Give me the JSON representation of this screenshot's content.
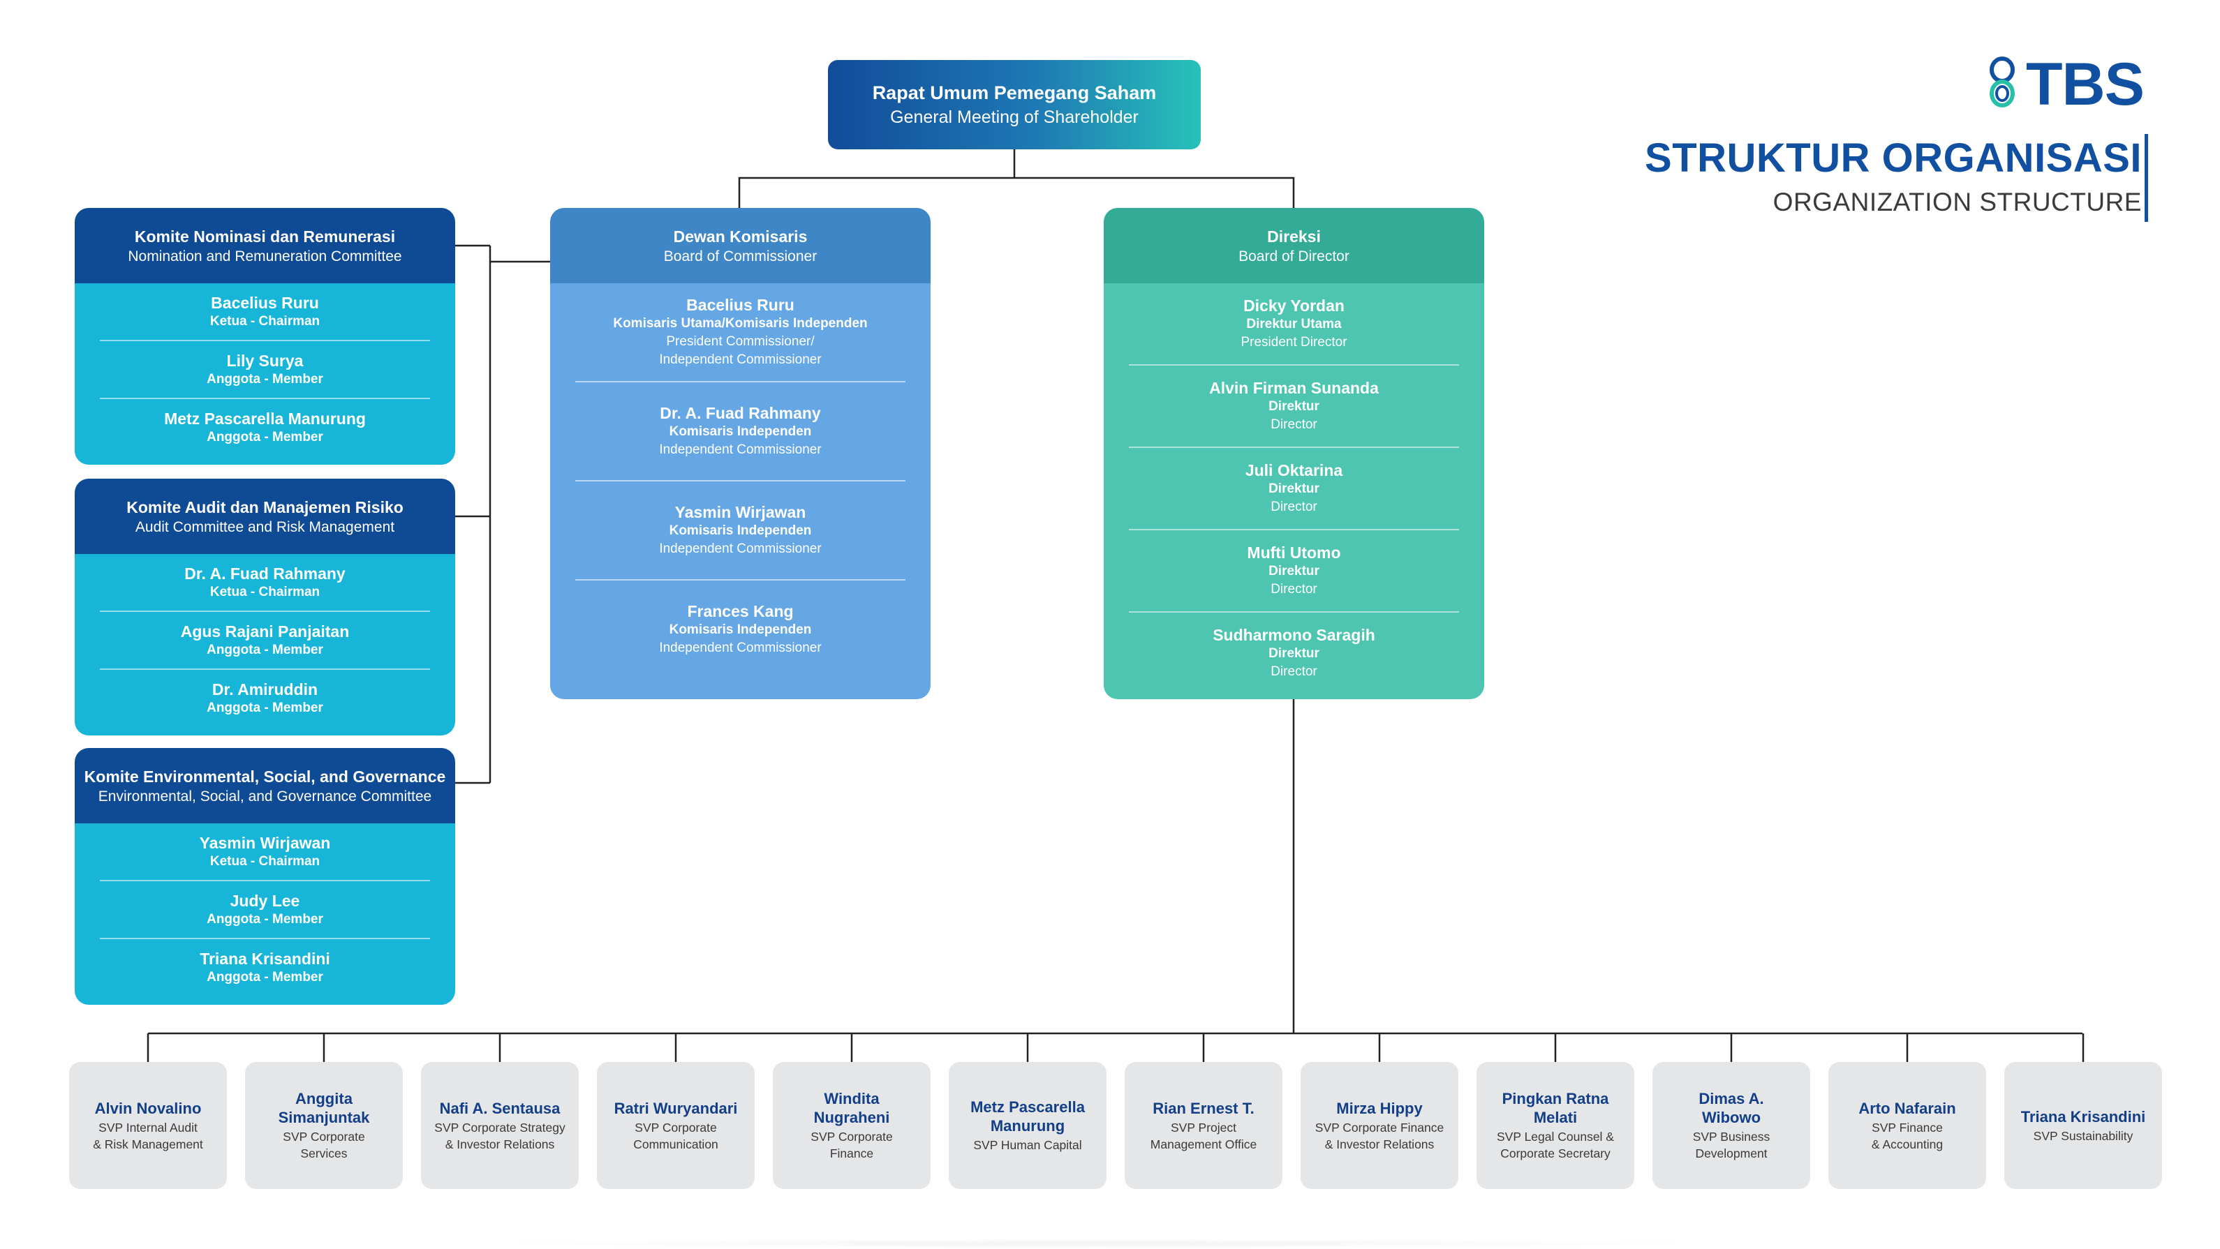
{
  "brand": {
    "name": "TBS",
    "color": "#1150a0",
    "icon": "tbs-logo-icon"
  },
  "heading": {
    "title": "STRUKTUR ORGANISASI",
    "subtitle": "ORGANIZATION STRUCTURE"
  },
  "colors": {
    "navy": "#0f4a94",
    "committee_body": "#17b6d8",
    "commissioner_head": "#3f86c6",
    "commissioner_body": "#65a6e4",
    "director_head": "#34ab97",
    "director_body": "#4dc5b0",
    "svp_card": "#e5e6e8",
    "connector": "#222222"
  },
  "rups": {
    "title": "Rapat Umum Pemegang Saham",
    "subtitle": "General Meeting of Shareholder"
  },
  "committees": [
    {
      "title": "Komite Nominasi dan Remunerasi",
      "subtitle": "Nomination and Remuneration Committee",
      "members": [
        {
          "name": "Bacelius Ruru",
          "role": "Ketua - Chairman"
        },
        {
          "name": "Lily Surya",
          "role": "Anggota - Member"
        },
        {
          "name": "Metz Pascarella Manurung",
          "role": "Anggota - Member"
        }
      ]
    },
    {
      "title": "Komite Audit dan Manajemen Risiko",
      "subtitle": "Audit Committee and Risk Management",
      "members": [
        {
          "name": "Dr. A. Fuad Rahmany",
          "role": "Ketua - Chairman"
        },
        {
          "name": "Agus Rajani Panjaitan",
          "role": "Anggota - Member"
        },
        {
          "name": "Dr. Amiruddin",
          "role": "Anggota - Member"
        }
      ]
    },
    {
      "title": "Komite Environmental, Social, and Governance",
      "subtitle": "Environmental, Social, and Governance Committee",
      "members": [
        {
          "name": "Yasmin Wirjawan",
          "role": "Ketua - Chairman"
        },
        {
          "name": "Judy Lee",
          "role": "Anggota - Member"
        },
        {
          "name": "Triana Krisandini",
          "role": "Anggota - Member"
        }
      ]
    }
  ],
  "commissioners": {
    "title": "Dewan Komisaris",
    "subtitle": "Board of Commissioner",
    "members": [
      {
        "name": "Bacelius Ruru",
        "role_id": "Komisaris Utama/Komisaris Independen",
        "role_en": "President Commissioner/",
        "role_en2": "Independent Commissioner"
      },
      {
        "name": "Dr. A. Fuad Rahmany",
        "role_id": "Komisaris Independen",
        "role_en": "Independent Commissioner",
        "role_en2": ""
      },
      {
        "name": "Yasmin Wirjawan",
        "role_id": "Komisaris Independen",
        "role_en": "Independent Commissioner",
        "role_en2": ""
      },
      {
        "name": "Frances Kang",
        "role_id": "Komisaris Independen",
        "role_en": "Independent Commissioner",
        "role_en2": ""
      }
    ]
  },
  "directors": {
    "title": "Direksi",
    "subtitle": "Board of Director",
    "members": [
      {
        "name": "Dicky Yordan",
        "role_id": "Direktur Utama",
        "role_en": "President Director"
      },
      {
        "name": "Alvin Firman Sunanda",
        "role_id": "Direktur",
        "role_en": "Director"
      },
      {
        "name": "Juli Oktarina",
        "role_id": "Direktur",
        "role_en": "Director"
      },
      {
        "name": "Mufti Utomo",
        "role_id": "Direktur",
        "role_en": "Director"
      },
      {
        "name": "Sudharmono Saragih",
        "role_id": "Direktur",
        "role_en": "Director"
      }
    ]
  },
  "svps": [
    {
      "name": "Alvin Novalino",
      "title": "SVP Internal Audit",
      "title2": "& Risk Management"
    },
    {
      "name": "Anggita",
      "name2": "Simanjuntak",
      "title": "SVP Corporate",
      "title2": "Services"
    },
    {
      "name": "Nafi A. Sentausa",
      "title": "SVP Corporate Strategy",
      "title2": "& Investor Relations"
    },
    {
      "name": "Ratri Wuryandari",
      "title": "SVP Corporate",
      "title2": "Communication"
    },
    {
      "name": "Windita",
      "name2": "Nugraheni",
      "title": "SVP Corporate",
      "title2": "Finance"
    },
    {
      "name": "Metz Pascarella",
      "name2": "Manurung",
      "title": "SVP Human Capital",
      "title2": ""
    },
    {
      "name": "Rian Ernest T.",
      "title": "SVP Project",
      "title2": "Management Office"
    },
    {
      "name": "Mirza Hippy",
      "title": "SVP Corporate Finance",
      "title2": "& Investor Relations"
    },
    {
      "name": "Pingkan Ratna",
      "name2": "Melati",
      "title": "SVP Legal Counsel &",
      "title2": "Corporate Secretary"
    },
    {
      "name": "Dimas A.",
      "name2": "Wibowo",
      "title": "SVP Business",
      "title2": "Development"
    },
    {
      "name": "Arto Nafarain",
      "title": "SVP Finance",
      "title2": "& Accounting"
    },
    {
      "name": "Triana Krisandini",
      "title": "SVP Sustainability",
      "title2": ""
    }
  ]
}
